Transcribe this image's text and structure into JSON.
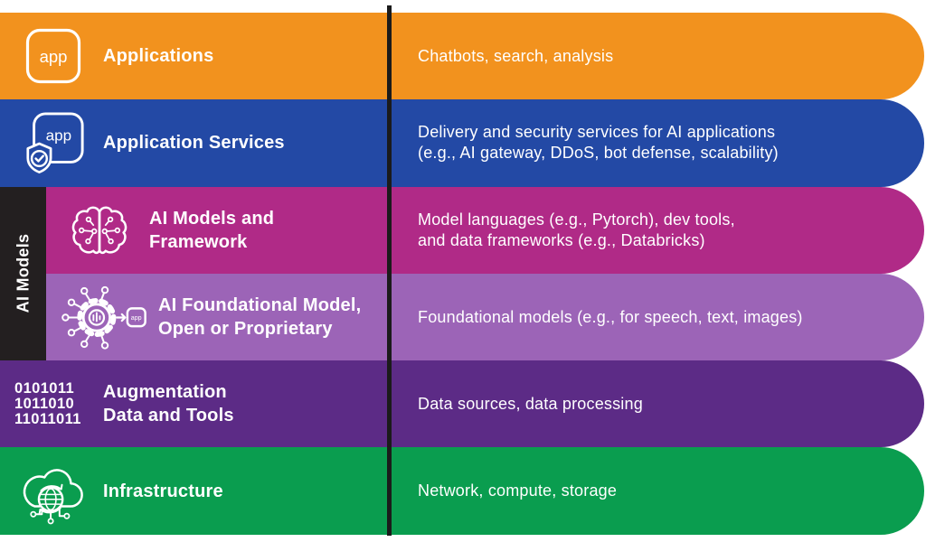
{
  "figure": {
    "background": "#FFFFFF",
    "divider_color": "#1B1B1B",
    "sidebar": {
      "label": "AI Models",
      "background": "#231F20",
      "text_color": "#FFFFFF"
    },
    "rows": [
      {
        "id": "applications",
        "label": "Applications",
        "description": "Chatbots, search, analysis",
        "color": "#F2921E",
        "icon": "app-icon",
        "icon_text": "app"
      },
      {
        "id": "application-services",
        "label": "Application Services",
        "description": "Delivery and security services for AI applications\n(e.g., AI gateway, DDoS, bot defense, scalability)",
        "color": "#2349A5",
        "icon": "app-shield-icon",
        "icon_text": "app"
      },
      {
        "id": "ai-models-and-framework",
        "label": "AI Models and\nFramework",
        "description": "Model languages (e.g., Pytorch), dev tools,\nand data frameworks (e.g., Databricks)",
        "color": "#B02A87",
        "icon": "brain-circuit-icon",
        "icon_text": ""
      },
      {
        "id": "ai-foundational-model",
        "label": "AI Foundational Model,\nOpen or Proprietary",
        "description": "Foundational models (e.g., for speech, text, images)",
        "color": "#9C64B7",
        "icon": "model-hub-app-icon",
        "icon_text": "app"
      },
      {
        "id": "augmentation-data-and-tools",
        "label": "Augmentation\nData and Tools",
        "description": "Data sources, data processing",
        "color": "#5C2B86",
        "icon": "binary-data-icon",
        "icon_text": "0101011\n1011010\n11011011"
      },
      {
        "id": "infrastructure",
        "label": "Infrastructure",
        "description": "Network, compute, storage",
        "color": "#0A9D4F",
        "icon": "cloud-network-icon",
        "icon_text": ""
      }
    ]
  }
}
